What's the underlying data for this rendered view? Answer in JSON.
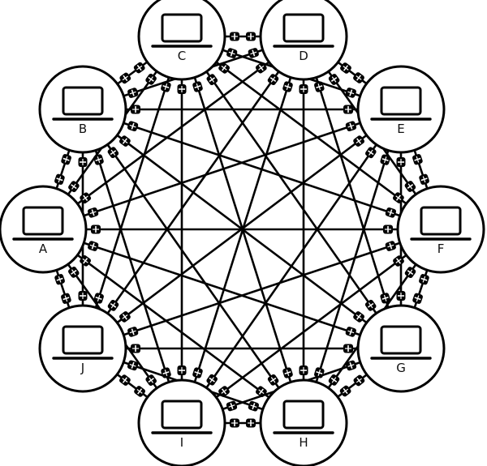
{
  "diagram": {
    "type": "full-mesh-network",
    "node_icon": "laptop-icon",
    "link_marker_icon": "connector-icon",
    "colors": {
      "line": "#000000",
      "node_fill": "#ffffff",
      "label": "#111111"
    },
    "nodes": [
      {
        "id": "A",
        "label": "A"
      },
      {
        "id": "B",
        "label": "B"
      },
      {
        "id": "C",
        "label": "C"
      },
      {
        "id": "D",
        "label": "D"
      },
      {
        "id": "E",
        "label": "E"
      },
      {
        "id": "F",
        "label": "F"
      },
      {
        "id": "G",
        "label": "G"
      },
      {
        "id": "H",
        "label": "H"
      },
      {
        "id": "I",
        "label": "I"
      },
      {
        "id": "J",
        "label": "J"
      }
    ],
    "connections": "every node linked to every other node"
  }
}
